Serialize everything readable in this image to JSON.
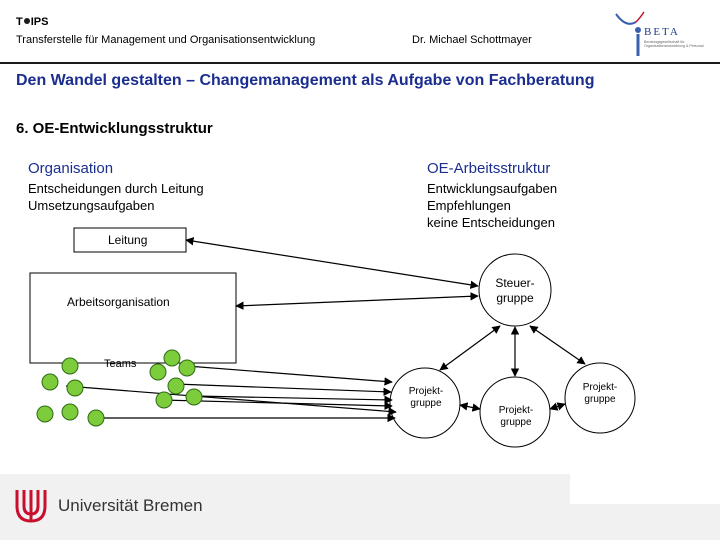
{
  "header": {
    "org_prefix": "T",
    "org_suffix": "IPS",
    "org_subtitle": "Transferstelle für Management und Organisationsentwicklung",
    "author": "Dr. Michael Schottmayer",
    "logo_text": "BETA",
    "logo_tagline": "Beratungsgesellschaft für Organisationsentwicklung & Personal"
  },
  "slide": {
    "title": "Den Wandel gestalten – Changemanagement als Aufgabe von Fachberatung",
    "section": "6. OE-Entwicklungsstruktur"
  },
  "columns": {
    "left": {
      "heading": "Organisation",
      "lines": [
        "Entscheidungen durch Leitung",
        "Umsetzungsaufgaben"
      ]
    },
    "right": {
      "heading": "OE-Arbeitsstruktur",
      "lines": [
        "Entwicklungsaufgaben",
        "Empfehlungen",
        "keine Entscheidungen"
      ]
    }
  },
  "diagram": {
    "leitung": "Leitung",
    "arbeitsorganisation": "Arbeitsorganisation",
    "teams": "Teams",
    "steuergruppe": [
      "Steuer-",
      "gruppe"
    ],
    "projektgruppe_1": [
      "Projekt-",
      "gruppe"
    ],
    "projektgruppe_2": [
      "Projekt-",
      "gruppe"
    ],
    "projektgruppe_3": [
      "Projekt-",
      "gruppe"
    ],
    "colors": {
      "team_fill": "#7ccc3c",
      "team_stroke": "#2f6b12",
      "line": "#000000"
    }
  },
  "footer": {
    "university": "Universität Bremen",
    "logo_color": "#c8102e"
  }
}
